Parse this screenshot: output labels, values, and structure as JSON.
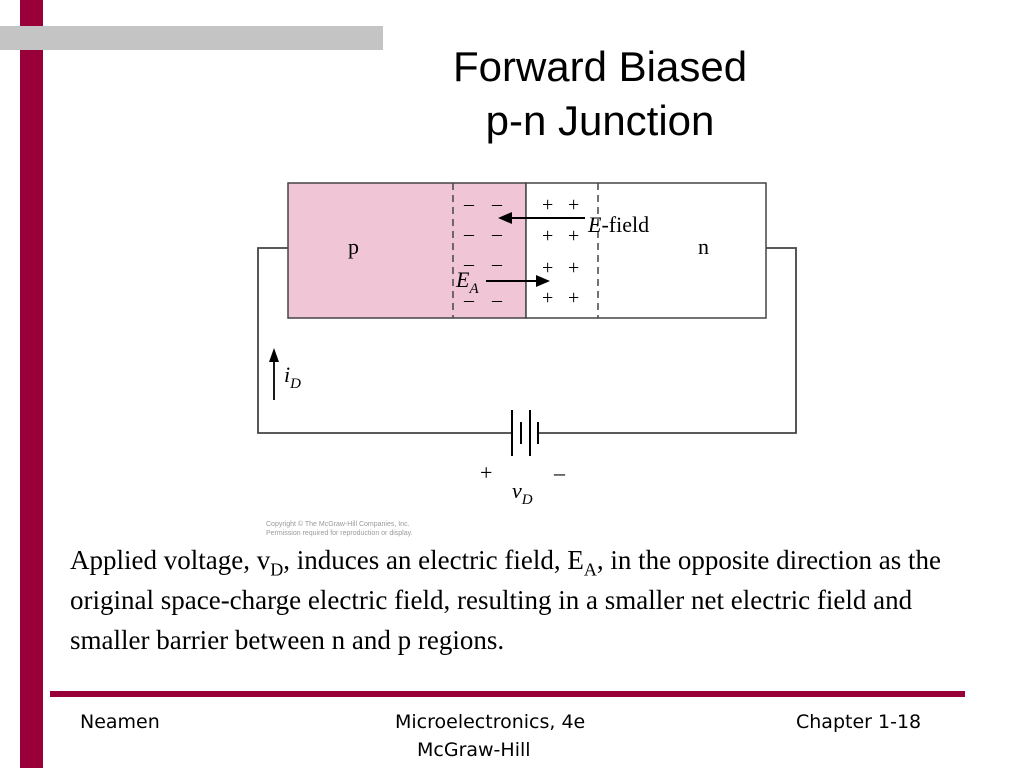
{
  "title": {
    "line1": "Forward Biased",
    "line2": "p-n Junction"
  },
  "diagram": {
    "region_p": "p",
    "region_n": "n",
    "e_field_label": "-field",
    "e_field_letter": "E",
    "ea_letter": "E",
    "ea_sub": "A",
    "minus_signs": [
      "–",
      "–",
      "–",
      "–",
      "–",
      "–",
      "–",
      "–"
    ],
    "plus_signs": [
      "+",
      "+",
      "+",
      "+",
      "+",
      "+",
      "+",
      "+"
    ],
    "current_letter": "i",
    "current_sub": "D",
    "battery_plus": "+",
    "battery_minus": "–",
    "voltage_letter": "v",
    "voltage_sub": "D",
    "copyright_line1": "Copyright © The McGraw-Hill Companies, Inc.",
    "copyright_line2": "Permission required for reproduction or display.",
    "p_fill": "#f0c6d6"
  },
  "caption": {
    "part1": "Applied voltage, v",
    "sub1": "D",
    "part2": ", induces an electric field, E",
    "sub2": "A",
    "part3": ", in the opposite direction as the original space-charge electric field, resulting in a smaller net electric field and smaller barrier between n and p regions."
  },
  "footer": {
    "author": "Neamen",
    "book": "Microelectronics, 4e",
    "publisher": "McGraw-Hill",
    "chapter": "Chapter 1-18"
  },
  "colors": {
    "accent": "#99003a",
    "gray_bar": "#c4c4c4"
  }
}
